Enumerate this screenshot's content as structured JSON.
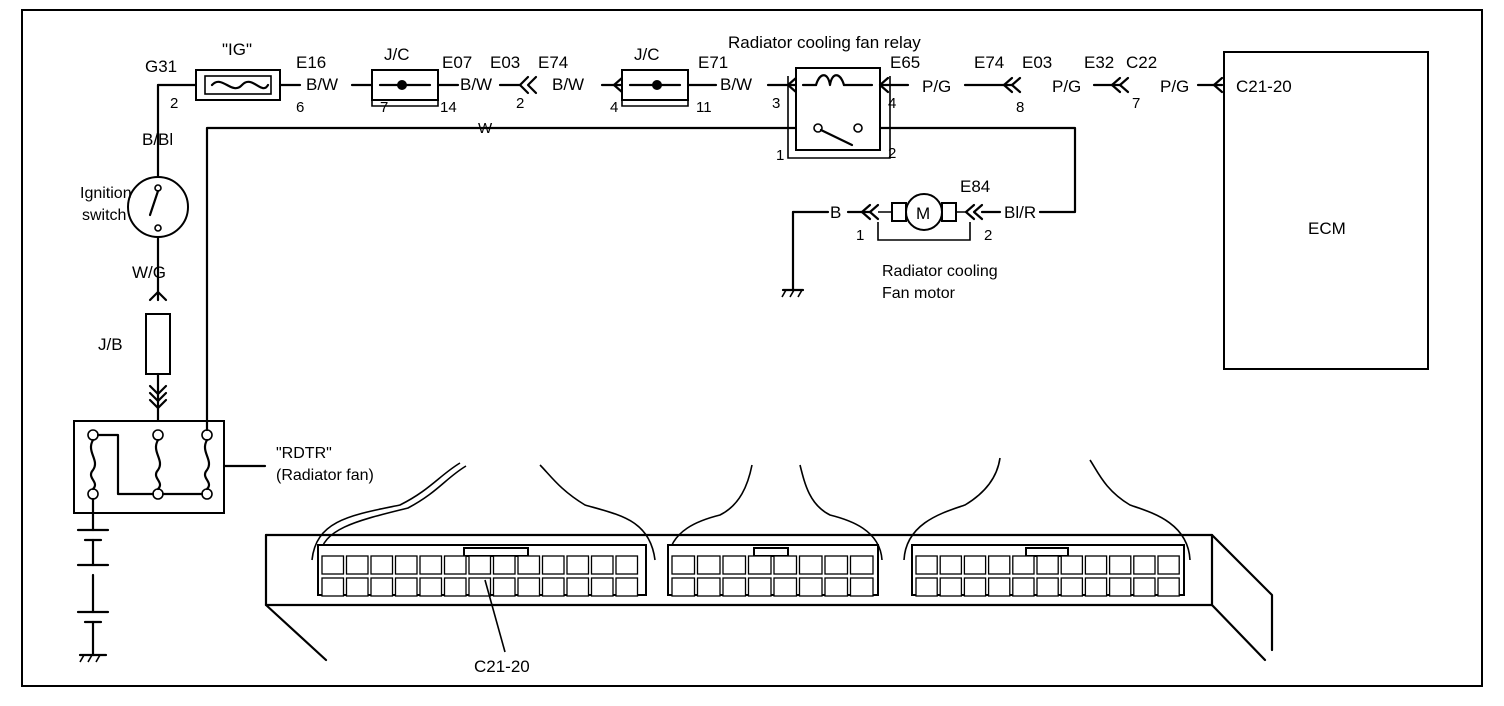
{
  "labels": {
    "ig_fuse": "\"IG\"",
    "ignition_switch_line1": "Ignition",
    "ignition_switch_line2": "switch",
    "jb": "J/B",
    "rdtr_line1": "\"RDTR\"",
    "rdtr_line2": "(Radiator fan)",
    "jc1": "J/C",
    "jc2": "J/C",
    "relay_title": "Radiator cooling fan relay",
    "motor_line1": "Radiator cooling",
    "motor_line2": "Fan motor",
    "motor_symbol": "M",
    "ecm": "ECM",
    "bottom_connector_callout": "C21-20"
  },
  "connectors": {
    "g31": "G31",
    "e16": "E16",
    "e07": "E07",
    "e03a": "E03",
    "e74a": "E74",
    "e71": "E71",
    "e65": "E65",
    "e74b": "E74",
    "e03b": "E03",
    "e32": "E32",
    "c22": "C22",
    "c21_20": "C21-20",
    "e84": "E84"
  },
  "pins": {
    "g31": "2",
    "e16": "6",
    "jc1_in": "7",
    "jc1_out": "14",
    "e74a": "2",
    "jc2_in": "4",
    "jc2_out": "11",
    "relay_3": "3",
    "relay_4": "4",
    "relay_1": "1",
    "relay_2": "2",
    "e03b": "8",
    "c22": "7",
    "motor_1": "1",
    "motor_2": "2"
  },
  "wires": {
    "bbl": "B/Bl",
    "wg": "W/G",
    "bw1": "B/W",
    "bw2": "B/W",
    "bw3": "B/W",
    "bw4": "B/W",
    "pg1": "P/G",
    "pg2": "P/G",
    "pg3": "P/G",
    "b": "B",
    "blr": "Bl/R",
    "w": "W"
  }
}
